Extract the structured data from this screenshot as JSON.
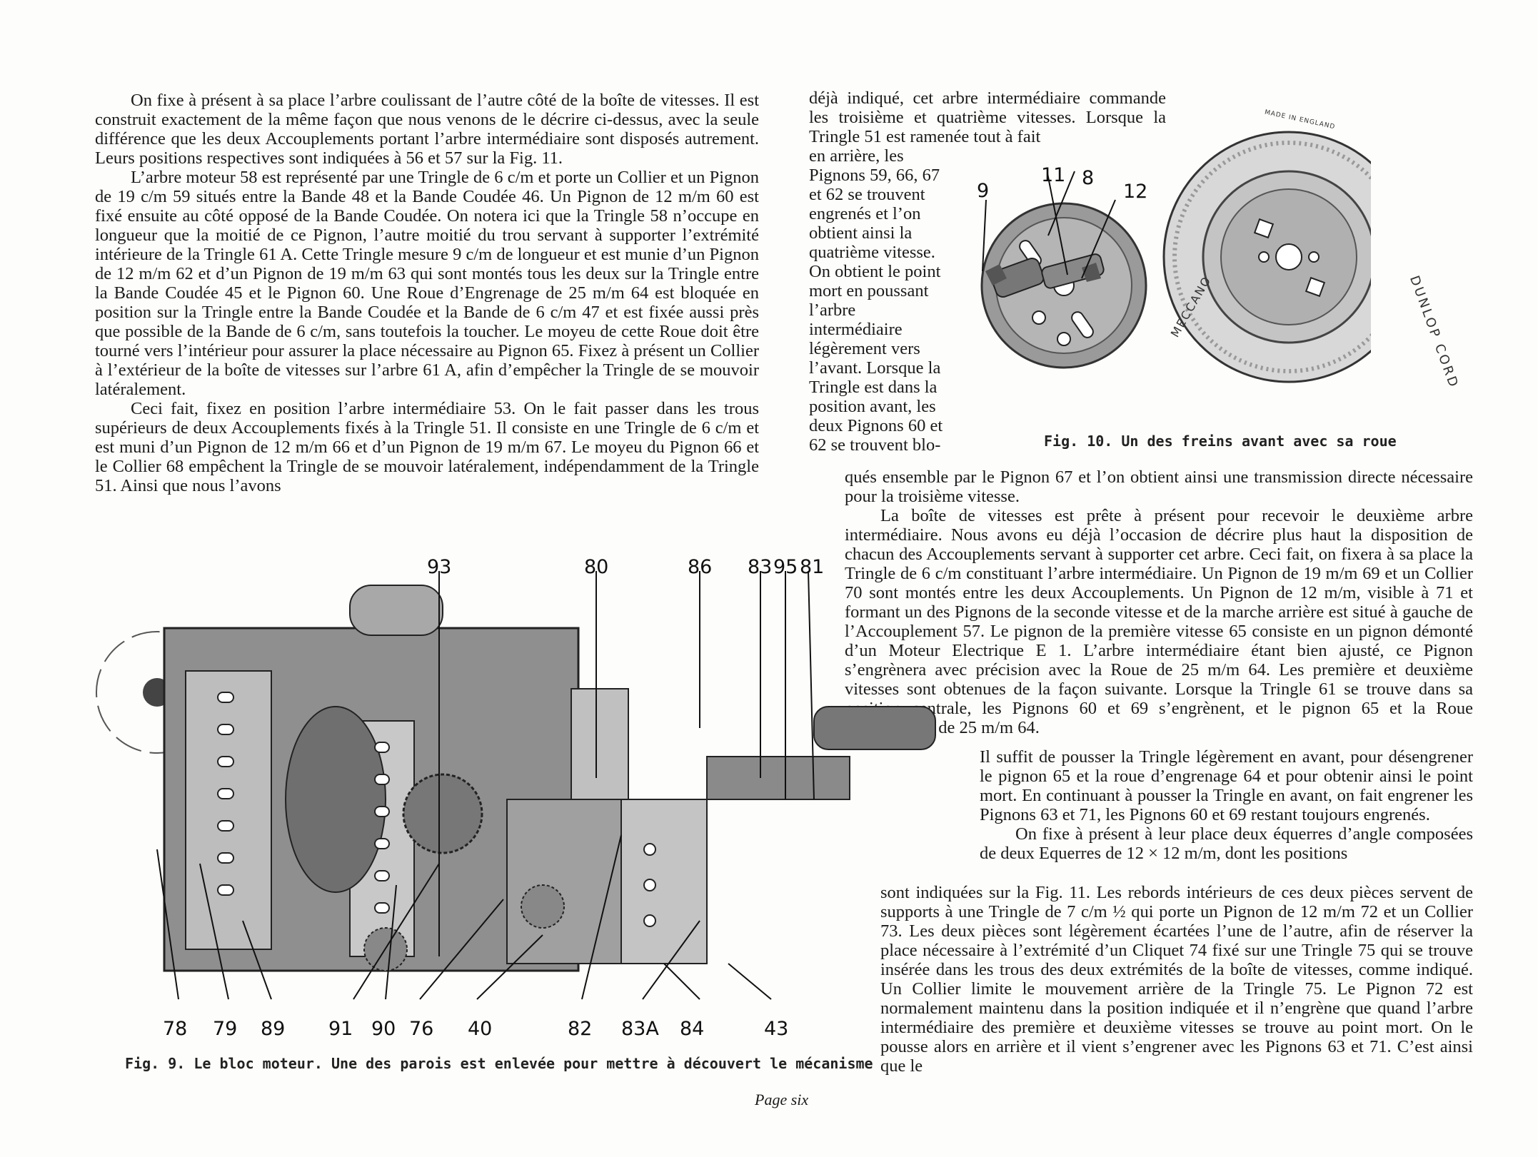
{
  "left_column": {
    "p1": "On fixe à présent à sa place l’arbre coulissant de l’autre côté de la boîte de vitesses. Il est construit exactement de la même façon que nous venons de le décrire ci-dessus, avec la seule différence que les deux Accouplements portant l’arbre intermédiaire sont disposés autrement. Leurs positions respectives sont indiquées à 56 et 57 sur la Fig. 11.",
    "p2": "L’arbre moteur 58 est représenté par une Tringle de 6 c/m et porte un Collier et un Pignon de 19 c/m 59 situés entre la Bande 48 et la Bande Coudée 46. Un Pignon de 12 m/m 60 est fixé ensuite au côté opposé de la Bande Coudée. On notera ici que la Tringle 58 n’occupe en longueur que la moitié de ce Pignon, l’autre moitié du trou servant à supporter l’extrémité intérieure de la Tringle 61 A. Cette Tringle mesure 9 c/m de longueur et est munie d’un Pignon de 12 m/m 62 et d’un Pignon de 19 m/m 63 qui sont montés tous les deux sur la Tringle entre la Bande Coudée 45 et le Pignon 60. Une Roue d’Engrenage de 25 m/m 64 est bloquée en position sur la Tringle entre la Bande Coudée et la Bande de 6 c/m 47 et est fixée aussi près que possible de la Bande de 6 c/m, sans toutefois la toucher. Le moyeu de cette Roue doit être tourné vers l’intérieur pour assurer la place nécessaire au Pignon 65. Fixez à présent un Collier à l’extérieur de la boîte de vitesses sur l’arbre 61 A, afin d’empêcher la Tringle de se mouvoir latéralement.",
    "p3": "Ceci fait, fixez en position l’arbre intermédiaire 53. On le fait passer dans les trous supérieurs de deux Accouplements fixés à la Tringle 51. Il consiste en une Tringle de 6 c/m et est muni d’un Pignon de 12 m/m 66 et d’un Pignon de 19 m/m 67. Le moyeu du Pignon 66 et le Collier 68 empêchent la Tringle de se mouvoir latéralement, indépendamment de la Tringle 51. Ainsi que nous l’avons"
  },
  "right_column": {
    "top": "déjà indiqué, cet arbre intermédiaire commande les troisième et quatrième vitesses. Lorsque la Tringle 51 est ramenée tout à fait",
    "narrow": "en arrière, les Pignons 59, 66, 67 et 62 se trouvent engrenés et l’on obtient ainsi la quatrième vitesse. On obtient le point mort en poussant l’arbre intermédiaire légèrement vers l’avant. Lorsque la Tringle est dans la position avant, les deux Pignons 60 et 62 se trouvent blo-",
    "mid_p1": "qués ensemble par le Pignon 67 et l’on obtient ainsi une transmission directe nécessaire pour la troisième vitesse.",
    "mid_p2": "La boîte de vitesses est prête à présent pour recevoir le deuxième arbre intermédiaire. Nous avons eu déjà l’occasion de décrire plus haut la disposition de chacun des Accouplements servant à supporter cet arbre. Ceci fait, on fixera à sa place la Tringle de 6 c/m constituant l’arbre intermédiaire. Un Pignon de 19 m/m 69 et un Collier 70 sont montés entre les deux Accouplements. Un Pignon de 12 m/m, visible à 71 et formant un des Pignons de la seconde vitesse et de la marche arrière est situé à gauche de l’Accouplement 57. Le pignon de la première vitesse 65 consiste en un pignon démonté d’un Moteur Electrique E 1. L’arbre intermédiaire étant bien ajusté, ce Pignon s’engrènera avec précision avec la Roue de 25 m/m 64. Les première et deuxième vitesses sont obtenues de la façon suivante. Lorsque la Tringle 61 se trouve dans sa position centrale, les Pignons 60 et 69 s’engrènent, et le pignon 65 et la Roue d’Engrenage de 25 m/m 64.",
    "indent": "Il suffit de pousser la Tringle légèrement en avant, pour désengrener le pignon 65 et la roue d’engrenage 64 et pour obtenir ainsi le point mort. En continuant à pousser la Tringle en avant, on fait engrener les Pignons 63 et 71, les Pignons 60 et 69 restant toujours engrenés.",
    "indent_p2": "On fixe à présent à leur place deux équerres d’angle composées de deux Equerres de 12 × 12 m/m, dont les positions",
    "bottom": "sont indiquées sur la Fig. 11. Les rebords intérieurs de ces deux pièces servent de supports à une Tringle de 7 c/m ½ qui porte un Pignon de 12 m/m 72 et un Collier 73. Les deux pièces sont légèrement écartées l’une de l’autre, afin de réserver la place nécessaire à l’extrémité d’un Cliquet 74 fixé sur une Tringle 75 qui se trouve insérée dans les trous des deux extrémités de la boîte de vitesses, comme indiqué. Un Collier limite le mouvement arrière de la Tringle 75. Le Pignon 72 est normalement maintenu dans la position indiquée et il n’engrène que quand l’arbre intermédiaire des première et deuxième vitesses se trouve au point mort. On le pousse alors en arrière et il vient s’engrener avec les Pignons 63 et 71. C’est ainsi que le"
  },
  "fig9": {
    "caption": "Fig. 9. Le bloc moteur. Une des parois est enlevée pour mettre à découvert le mécanisme",
    "labels_top": [
      "93",
      "80",
      "86",
      "83",
      "95",
      "81"
    ],
    "labels_bottom": [
      "78",
      "79",
      "89",
      "91",
      "90",
      "76",
      "40",
      "82",
      "83A",
      "84",
      "43"
    ]
  },
  "fig10": {
    "caption": "Fig. 10. Un des freins avant avec sa roue",
    "labels": [
      "9",
      "11",
      "8",
      "12"
    ],
    "tire_text": [
      "MECCANO",
      "DUNLOP CORD",
      "MADE IN ENGLAND"
    ]
  },
  "page_number": "Page six"
}
